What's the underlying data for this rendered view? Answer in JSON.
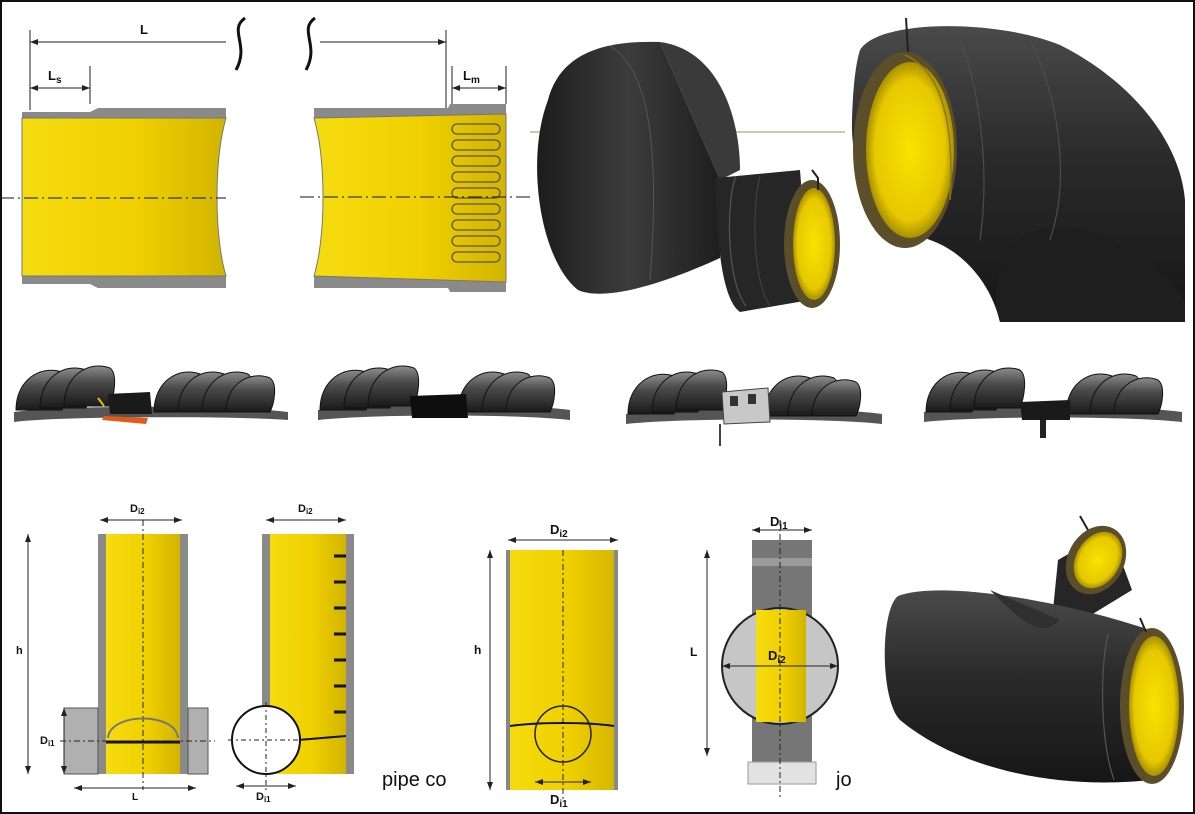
{
  "colors": {
    "yellow": "#f2d400",
    "yellow_dark": "#d9b800",
    "grey_wall": "#8a8a8a",
    "black_pipe": "#2b2b2b",
    "outline": "#222222"
  },
  "top_left_drawing": {
    "length_label": "L",
    "spigot_label": "Ls",
    "spigot_sub": "s",
    "socket_label": "Lm",
    "socket_sub": "m"
  },
  "bottom_drawings": {
    "d2_label": "Di2",
    "d1_label": "Di1",
    "h_label": "h",
    "l_label": "L",
    "diameter_main": "D",
    "sub_i2": "i2",
    "sub_i1": "i1"
  },
  "captions": {
    "left_fragment": "pipe co",
    "right_fragment": "jo"
  },
  "icons": {
    "reducer": "pipe-reducer-icon",
    "elbow": "pipe-elbow-icon",
    "tee": "pipe-tee-icon",
    "joint": "pipe-joint-icon"
  }
}
